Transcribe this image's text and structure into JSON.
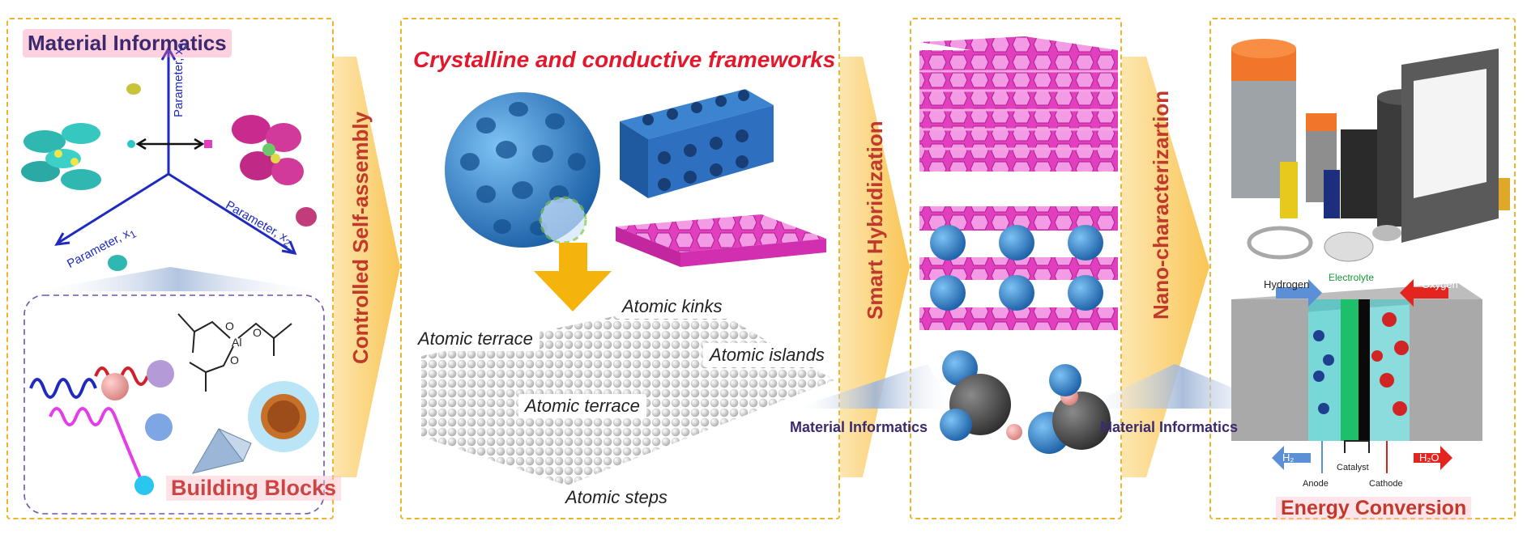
{
  "panels": {
    "building": {
      "title": "Material Informatics",
      "axis_x1": "Parameter, x",
      "axis_x2": "Parameter, x",
      "axis_x3": "Parameter, x",
      "sub1": "1",
      "sub2": "2",
      "sub3": "3",
      "al": "Al",
      "o": "O",
      "footer": "Building Blocks"
    },
    "frameworks": {
      "title": "Crystalline and conductive frameworks",
      "labels": [
        "Atomic kinks",
        "Atomic terrace",
        "Atomic islands",
        "Atomic terrace",
        "Atomic steps"
      ]
    },
    "energy": {
      "hydrogen": "Hydrogen",
      "electrolyte": "Electrolyte",
      "oxygen": "Oxygen",
      "h2": "H₂",
      "h2o": "H₂O",
      "catalyst": "Catalyst",
      "anode": "Anode",
      "cathode": "Cathode",
      "footer": "Energy Conversion"
    }
  },
  "arrows": {
    "a1": "Controlled Self-assembly",
    "a2": "Smart Hybridization",
    "a3": "Nano-characterizartion"
  },
  "informatics": {
    "left": "Material Informatics",
    "right": "Material Informatics"
  },
  "colors": {
    "dash": "#f0b429",
    "arrow": "#fbd37a",
    "blue": "#2f7fc4",
    "magenta": "#e23fbf",
    "red": "#e3182d"
  }
}
